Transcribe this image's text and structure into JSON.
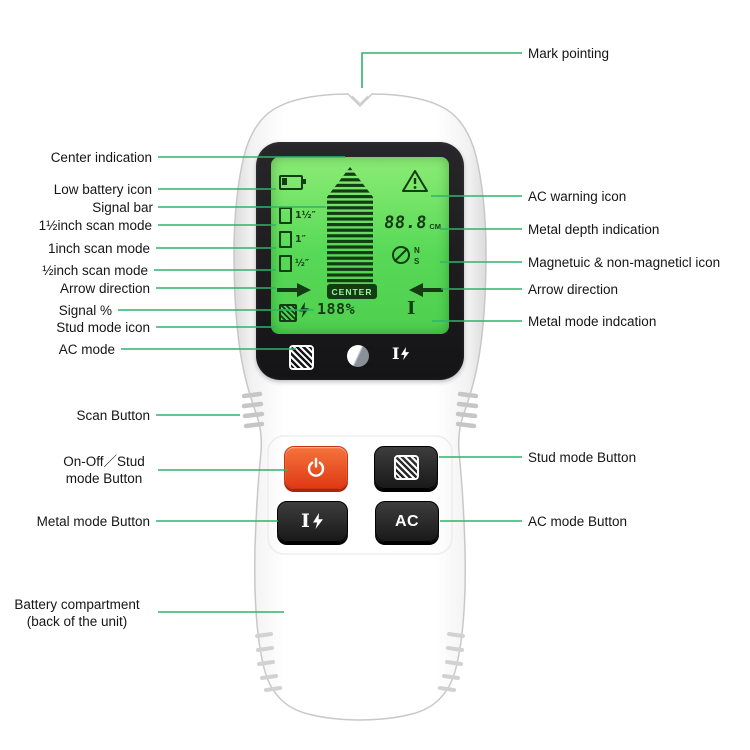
{
  "colors": {
    "leader_line": "#2fb36b",
    "lcd_green": "#5ed957",
    "lcd_dark": "#143c14",
    "power_button_red": "#e03914",
    "button_black": "#1f1f1f"
  },
  "callouts": {
    "mark_pointing": "Mark pointing",
    "center_indication": "Center indication",
    "low_battery_icon": "Low battery icon",
    "signal_bar": "Signal bar",
    "scan_mode_15": "1½inch scan mode",
    "scan_mode_1": "1inch scan mode",
    "scan_mode_05": "½inch scan mode",
    "arrow_direction_left": "Arrow direction",
    "signal_percent": "Signal %",
    "stud_mode_icon": "Stud mode icon",
    "ac_mode": "AC mode",
    "ac_warning_icon": "AC warning icon",
    "metal_depth_indication": "Metal depth indication",
    "magnetic_icon": "Magnetuic & non-magneticl icon",
    "arrow_direction_right": "Arrow direction",
    "metal_mode_indication": "Metal mode indcation",
    "scan_button": "Scan Button",
    "on_off_stud_button": "On-Off／Stud mode Button",
    "stud_mode_button": "Stud mode Button",
    "metal_mode_button": "Metal mode Button",
    "ac_mode_button": "AC mode Button",
    "battery_compartment_line1": "Battery compartment",
    "battery_compartment_line2": "(back of the unit)"
  },
  "lcd": {
    "scan_15_label": "1½″",
    "scan_1_label": "1″",
    "scan_05_label": "½″",
    "center_label": "CENTER",
    "depth_value": "88.8",
    "depth_unit": "CM",
    "signal_value": "188%",
    "magnet_n": "N",
    "magnet_s": "S",
    "metal_beam": "I"
  },
  "buttons": {
    "ac_label": "AC",
    "metal_beam": "I"
  },
  "icons": {
    "low_battery": "battery-low",
    "signal_bars": "signal-arch",
    "ac_warning": "warning-triangle",
    "arrow_right": "arrow-right",
    "arrow_left": "arrow-left",
    "magnet": "magnet-crossed-ns",
    "stud": "hatched-square",
    "lightning": "lightning-bolt",
    "metal": "i-beam",
    "power": "power-symbol",
    "circle": "sphere"
  }
}
